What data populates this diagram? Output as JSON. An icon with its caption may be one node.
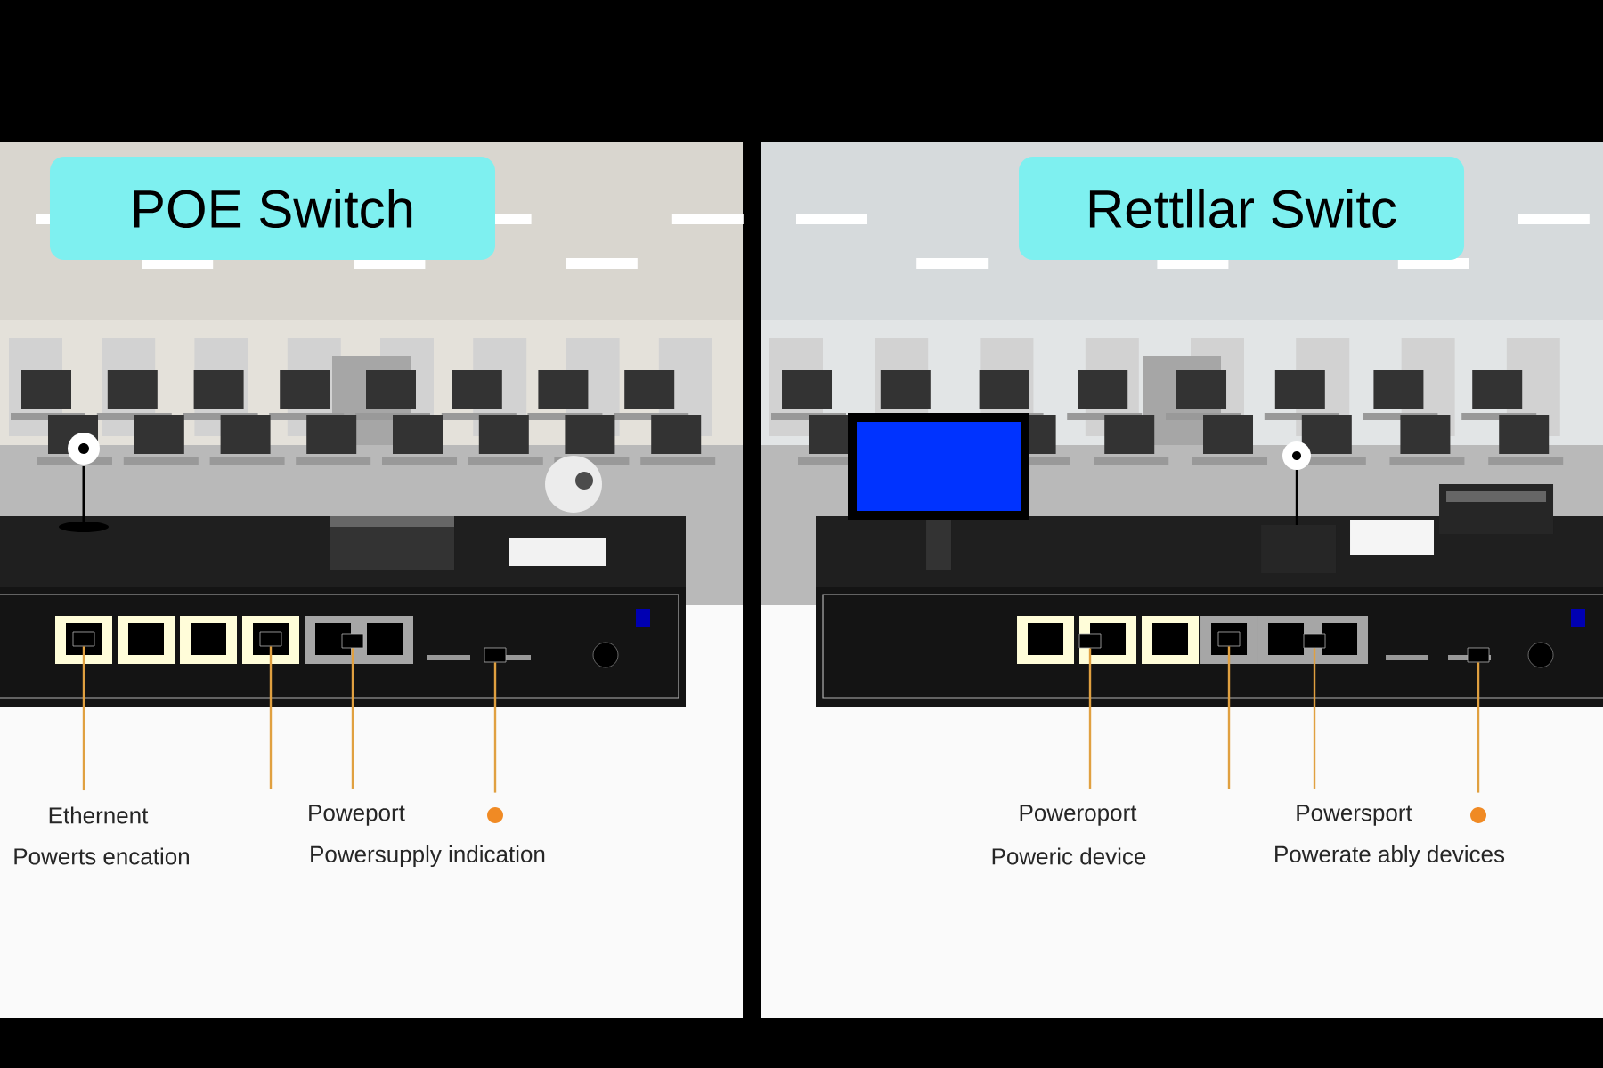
{
  "diagram": {
    "nodes": [
      {
        "text": [
          "POE Switch"
        ]
      },
      {
        "text": [
          "Rettllar Switc"
        ]
      },
      {
        "text": [
          "Ethernent"
        ]
      },
      {
        "text": [
          "Powerts encation"
        ]
      },
      {
        "text": [
          "Poweport"
        ]
      },
      {
        "text": [
          "Powersupply indication"
        ]
      },
      {
        "text": [],
        "shape": "circle"
      },
      {
        "text": [
          "Poweroport"
        ]
      },
      {
        "text": [
          "Poweric device"
        ]
      },
      {
        "text": [
          "Powersport"
        ]
      },
      {
        "text": [
          "Powerate ably devices"
        ]
      },
      {
        "text": [],
        "shape": "circle"
      },
      {
        "text": [],
        "shape": "box"
      },
      {
        "text": [],
        "shape": "box"
      },
      {
        "text": [],
        "shape": "box"
      },
      {
        "text": [],
        "shape": "box"
      },
      {
        "text": [],
        "shape": "box"
      },
      {
        "text": [],
        "shape": "box"
      },
      {
        "text": [],
        "shape": "box"
      },
      {
        "text": [],
        "shape": "box"
      }
    ],
    "edges": [
      {
        "from": 2,
        "to": 12,
        "arrow": "none"
      },
      {
        "from": 13,
        "to": null,
        "arrow": "none"
      },
      {
        "from": 4,
        "to": 14,
        "arrow": "none"
      },
      {
        "from": 6,
        "to": 15,
        "arrow": "none"
      },
      {
        "from": 7,
        "to": 16,
        "arrow": "none"
      },
      {
        "from": 17,
        "to": null,
        "arrow": "none"
      },
      {
        "from": 9,
        "to": 18,
        "arrow": "none"
      },
      {
        "from": 11,
        "to": 19,
        "arrow": "none"
      }
    ]
  }
}
